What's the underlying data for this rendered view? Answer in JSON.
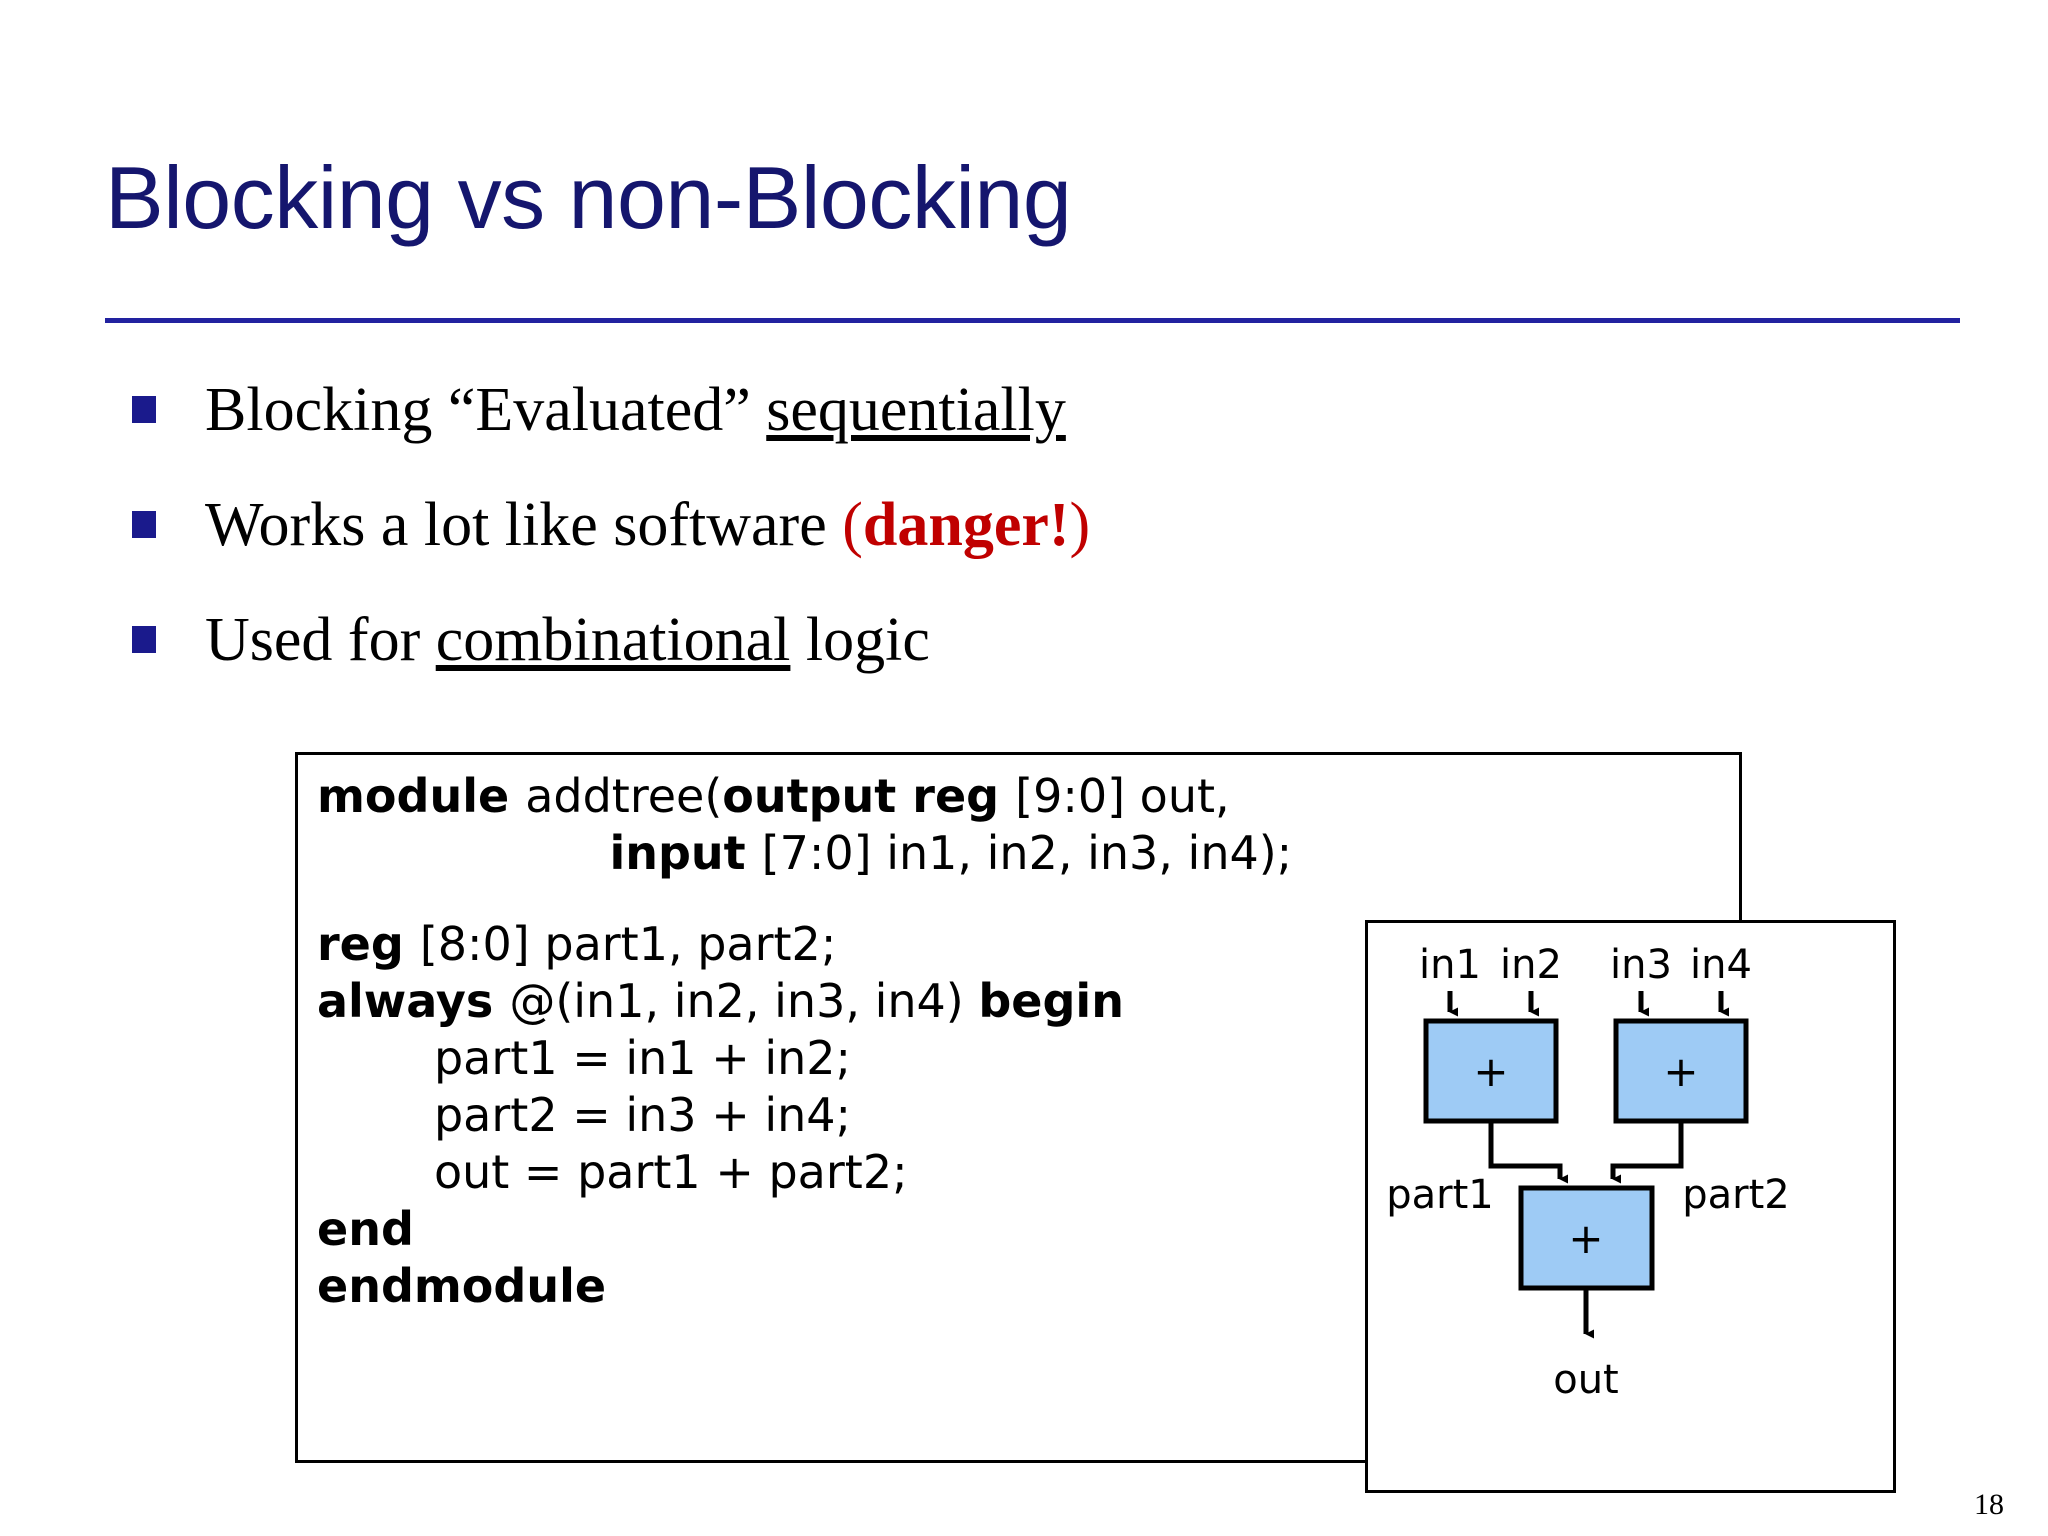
{
  "slide": {
    "title": "Blocking vs non-Blocking",
    "page_number": "18",
    "accent_color": "#15166e",
    "rule_color": "#2222a0",
    "bullet_color": "#1a1a8c",
    "danger_color": "#c00000",
    "adder_fill": "#9ecbf5"
  },
  "bullets": [
    {
      "pre": "Blocking “Evaluated” ",
      "underlined": "sequentially",
      "post": ""
    },
    {
      "pre": "Works a lot like software ",
      "danger_open": "(",
      "danger_word": "danger!",
      "danger_close": ")",
      "post": ""
    },
    {
      "pre": "Used for ",
      "underlined": "combinational",
      "post": " logic"
    }
  ],
  "code": {
    "lines": [
      {
        "segments": [
          {
            "t": "module ",
            "b": true
          },
          {
            "t": "addtree(",
            "b": false
          },
          {
            "t": "output reg ",
            "b": true
          },
          {
            "t": "[9:0] out,",
            "b": false
          }
        ]
      },
      {
        "segments": [
          {
            "t": "                    ",
            "b": false
          },
          {
            "t": "input ",
            "b": true
          },
          {
            "t": "[7:0] in1, in2, in3, in4);",
            "b": false
          }
        ]
      },
      {
        "blank": true
      },
      {
        "segments": [
          {
            "t": "reg ",
            "b": true
          },
          {
            "t": "[8:0] part1, part2;",
            "b": false
          }
        ]
      },
      {
        "segments": [
          {
            "t": "always ",
            "b": true
          },
          {
            "t": "@(in1, in2, in3, in4) ",
            "b": false
          },
          {
            "t": "begin",
            "b": true
          }
        ]
      },
      {
        "segments": [
          {
            "t": "        part1 = in1 + in2;",
            "b": false
          }
        ]
      },
      {
        "segments": [
          {
            "t": "        part2 = in3 + in4;",
            "b": false
          }
        ]
      },
      {
        "segments": [
          {
            "t": "        out = part1 + part2;",
            "b": false
          }
        ]
      },
      {
        "segments": [
          {
            "t": "end",
            "b": true
          }
        ]
      },
      {
        "segments": [
          {
            "t": "endmodule",
            "b": true
          }
        ]
      }
    ]
  },
  "diagram": {
    "input_labels": [
      "in1",
      "in2",
      "in3",
      "in4"
    ],
    "adder_symbol": "+",
    "intermediate_labels": [
      "part1",
      "part2"
    ],
    "output_label": "out"
  }
}
